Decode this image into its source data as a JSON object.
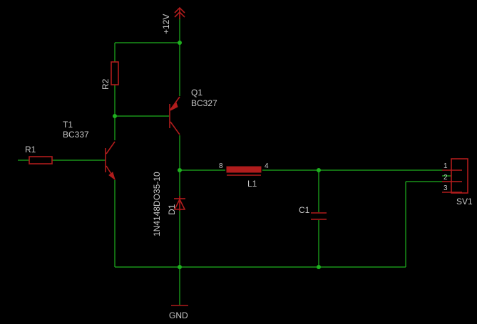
{
  "supply": {
    "label": "+12V"
  },
  "ground": {
    "label": "GND"
  },
  "components": {
    "R1": {
      "name": "R1"
    },
    "R2": {
      "name": "R2"
    },
    "T1": {
      "name": "T1",
      "value": "BC337"
    },
    "Q1": {
      "name": "Q1",
      "value": "BC327"
    },
    "L1": {
      "name": "L1",
      "pin_a": "8",
      "pin_b": "4"
    },
    "D1": {
      "name": "D1",
      "value": "1N4148DO35-10"
    },
    "C1": {
      "name": "C1"
    },
    "SV1": {
      "name": "SV1",
      "pins": [
        "1",
        "2",
        "3"
      ]
    }
  },
  "colors": {
    "wire": "#1fb01f",
    "component": "#b01c1c",
    "text": "#c8c8c8",
    "background": "#000000"
  }
}
